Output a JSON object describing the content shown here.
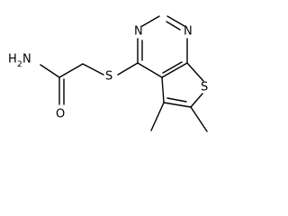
{
  "atoms": {
    "amine_n": "N",
    "amine_h": "H",
    "amine_h_count": "2",
    "carbonyl_o": "O",
    "thioether_s": "S",
    "pyrimidine_n1": "N",
    "pyrimidine_n2": "N",
    "thiophene_s": "S"
  }
}
